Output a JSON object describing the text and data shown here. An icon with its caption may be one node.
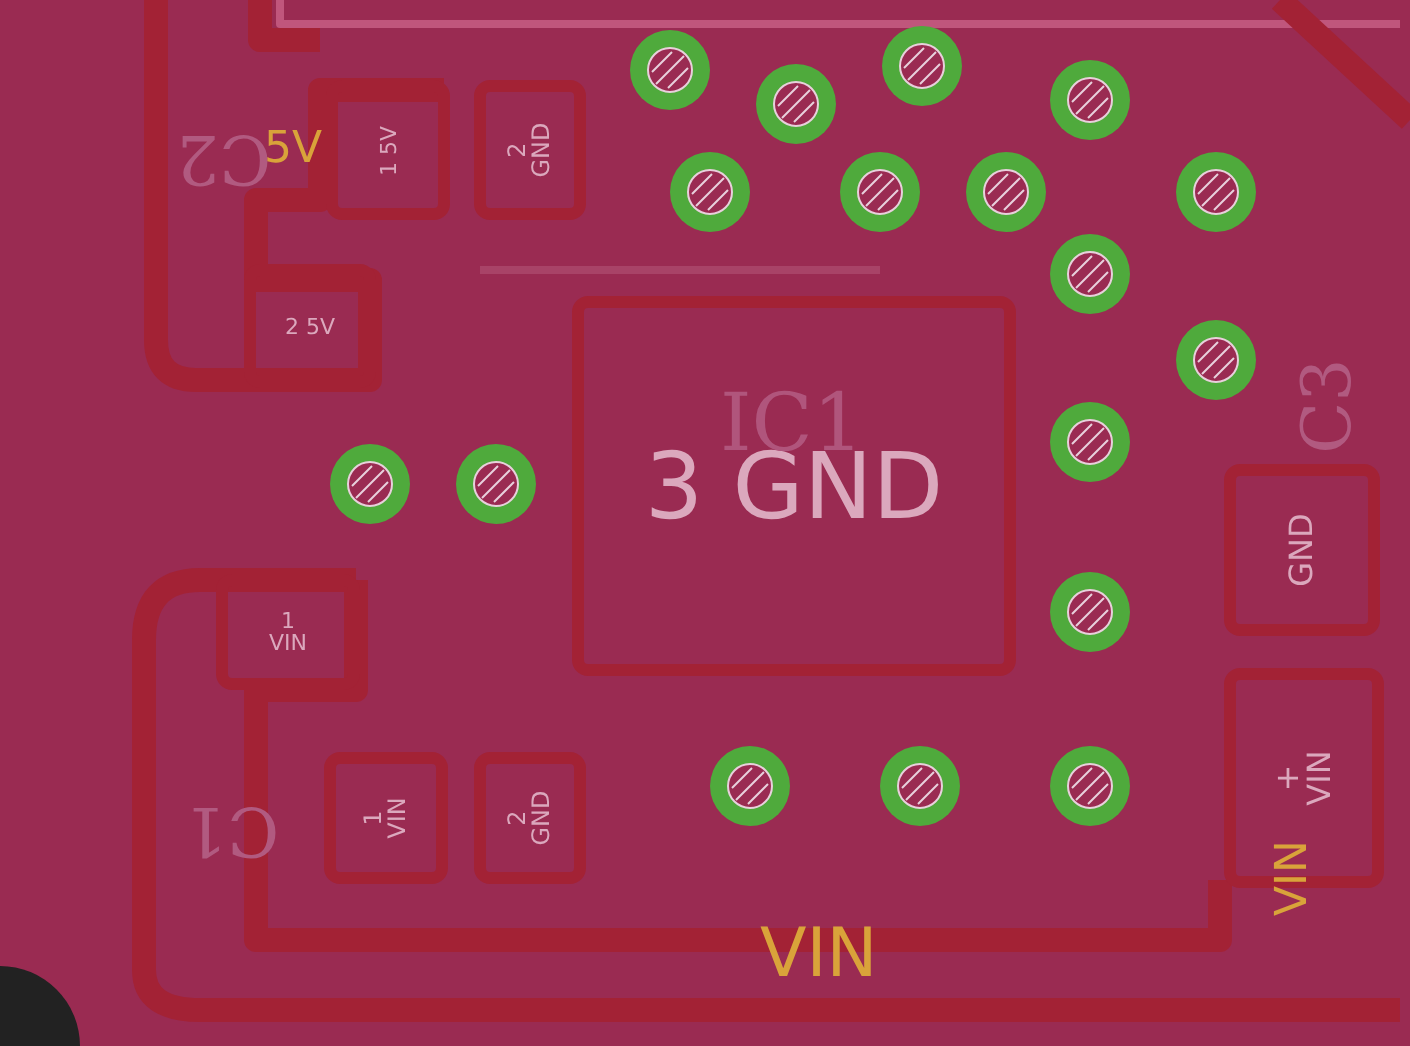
{
  "diagram": {
    "nodes": [
      {
        "text": [
          "1 5V"
        ]
      },
      {
        "text": [
          "2 GND"
        ]
      },
      {
        "text": [
          "2 5V"
        ]
      },
      {
        "text": [
          "3 GND"
        ]
      },
      {
        "text": [
          "GND"
        ]
      },
      {
        "text": [
          "+ VIN"
        ]
      },
      {
        "text": [
          "1 VIN"
        ]
      },
      {
        "text": [
          "1 VIN"
        ]
      },
      {
        "text": [
          "2 GND"
        ]
      }
    ],
    "labels": [
      "C2",
      "5V",
      "IC1",
      "C3",
      "C1",
      "VIN",
      "VIN"
    ]
  }
}
